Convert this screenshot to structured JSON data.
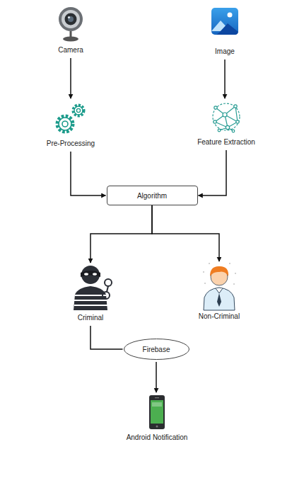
{
  "diagram": {
    "nodes": [
      {
        "text": [
          "Camera"
        ]
      },
      {
        "text": [
          "Image"
        ]
      },
      {
        "text": [
          "Pre-Processing"
        ]
      },
      {
        "text": [
          "Feature Extraction"
        ]
      },
      {
        "text": [
          "Algorithm"
        ]
      },
      {
        "text": [
          "Criminal"
        ]
      },
      {
        "text": [
          "Non-Criminal"
        ]
      },
      {
        "text": [
          "Firebase"
        ]
      },
      {
        "text": [
          "Android Notification"
        ]
      }
    ],
    "edges": [
      {
        "from": 0,
        "to": 2,
        "arrow": "to"
      },
      {
        "from": 1,
        "to": 3,
        "arrow": "to"
      },
      {
        "from": 2,
        "to": 4,
        "arrow": "to"
      },
      {
        "from": 3,
        "to": 4,
        "arrow": "to"
      },
      {
        "from": 4,
        "to": 5,
        "arrow": "to"
      },
      {
        "from": 4,
        "to": 6,
        "arrow": "to"
      },
      {
        "from": 5,
        "to": 7,
        "arrow": "none"
      },
      {
        "from": 7,
        "to": 8,
        "arrow": "to"
      }
    ]
  }
}
